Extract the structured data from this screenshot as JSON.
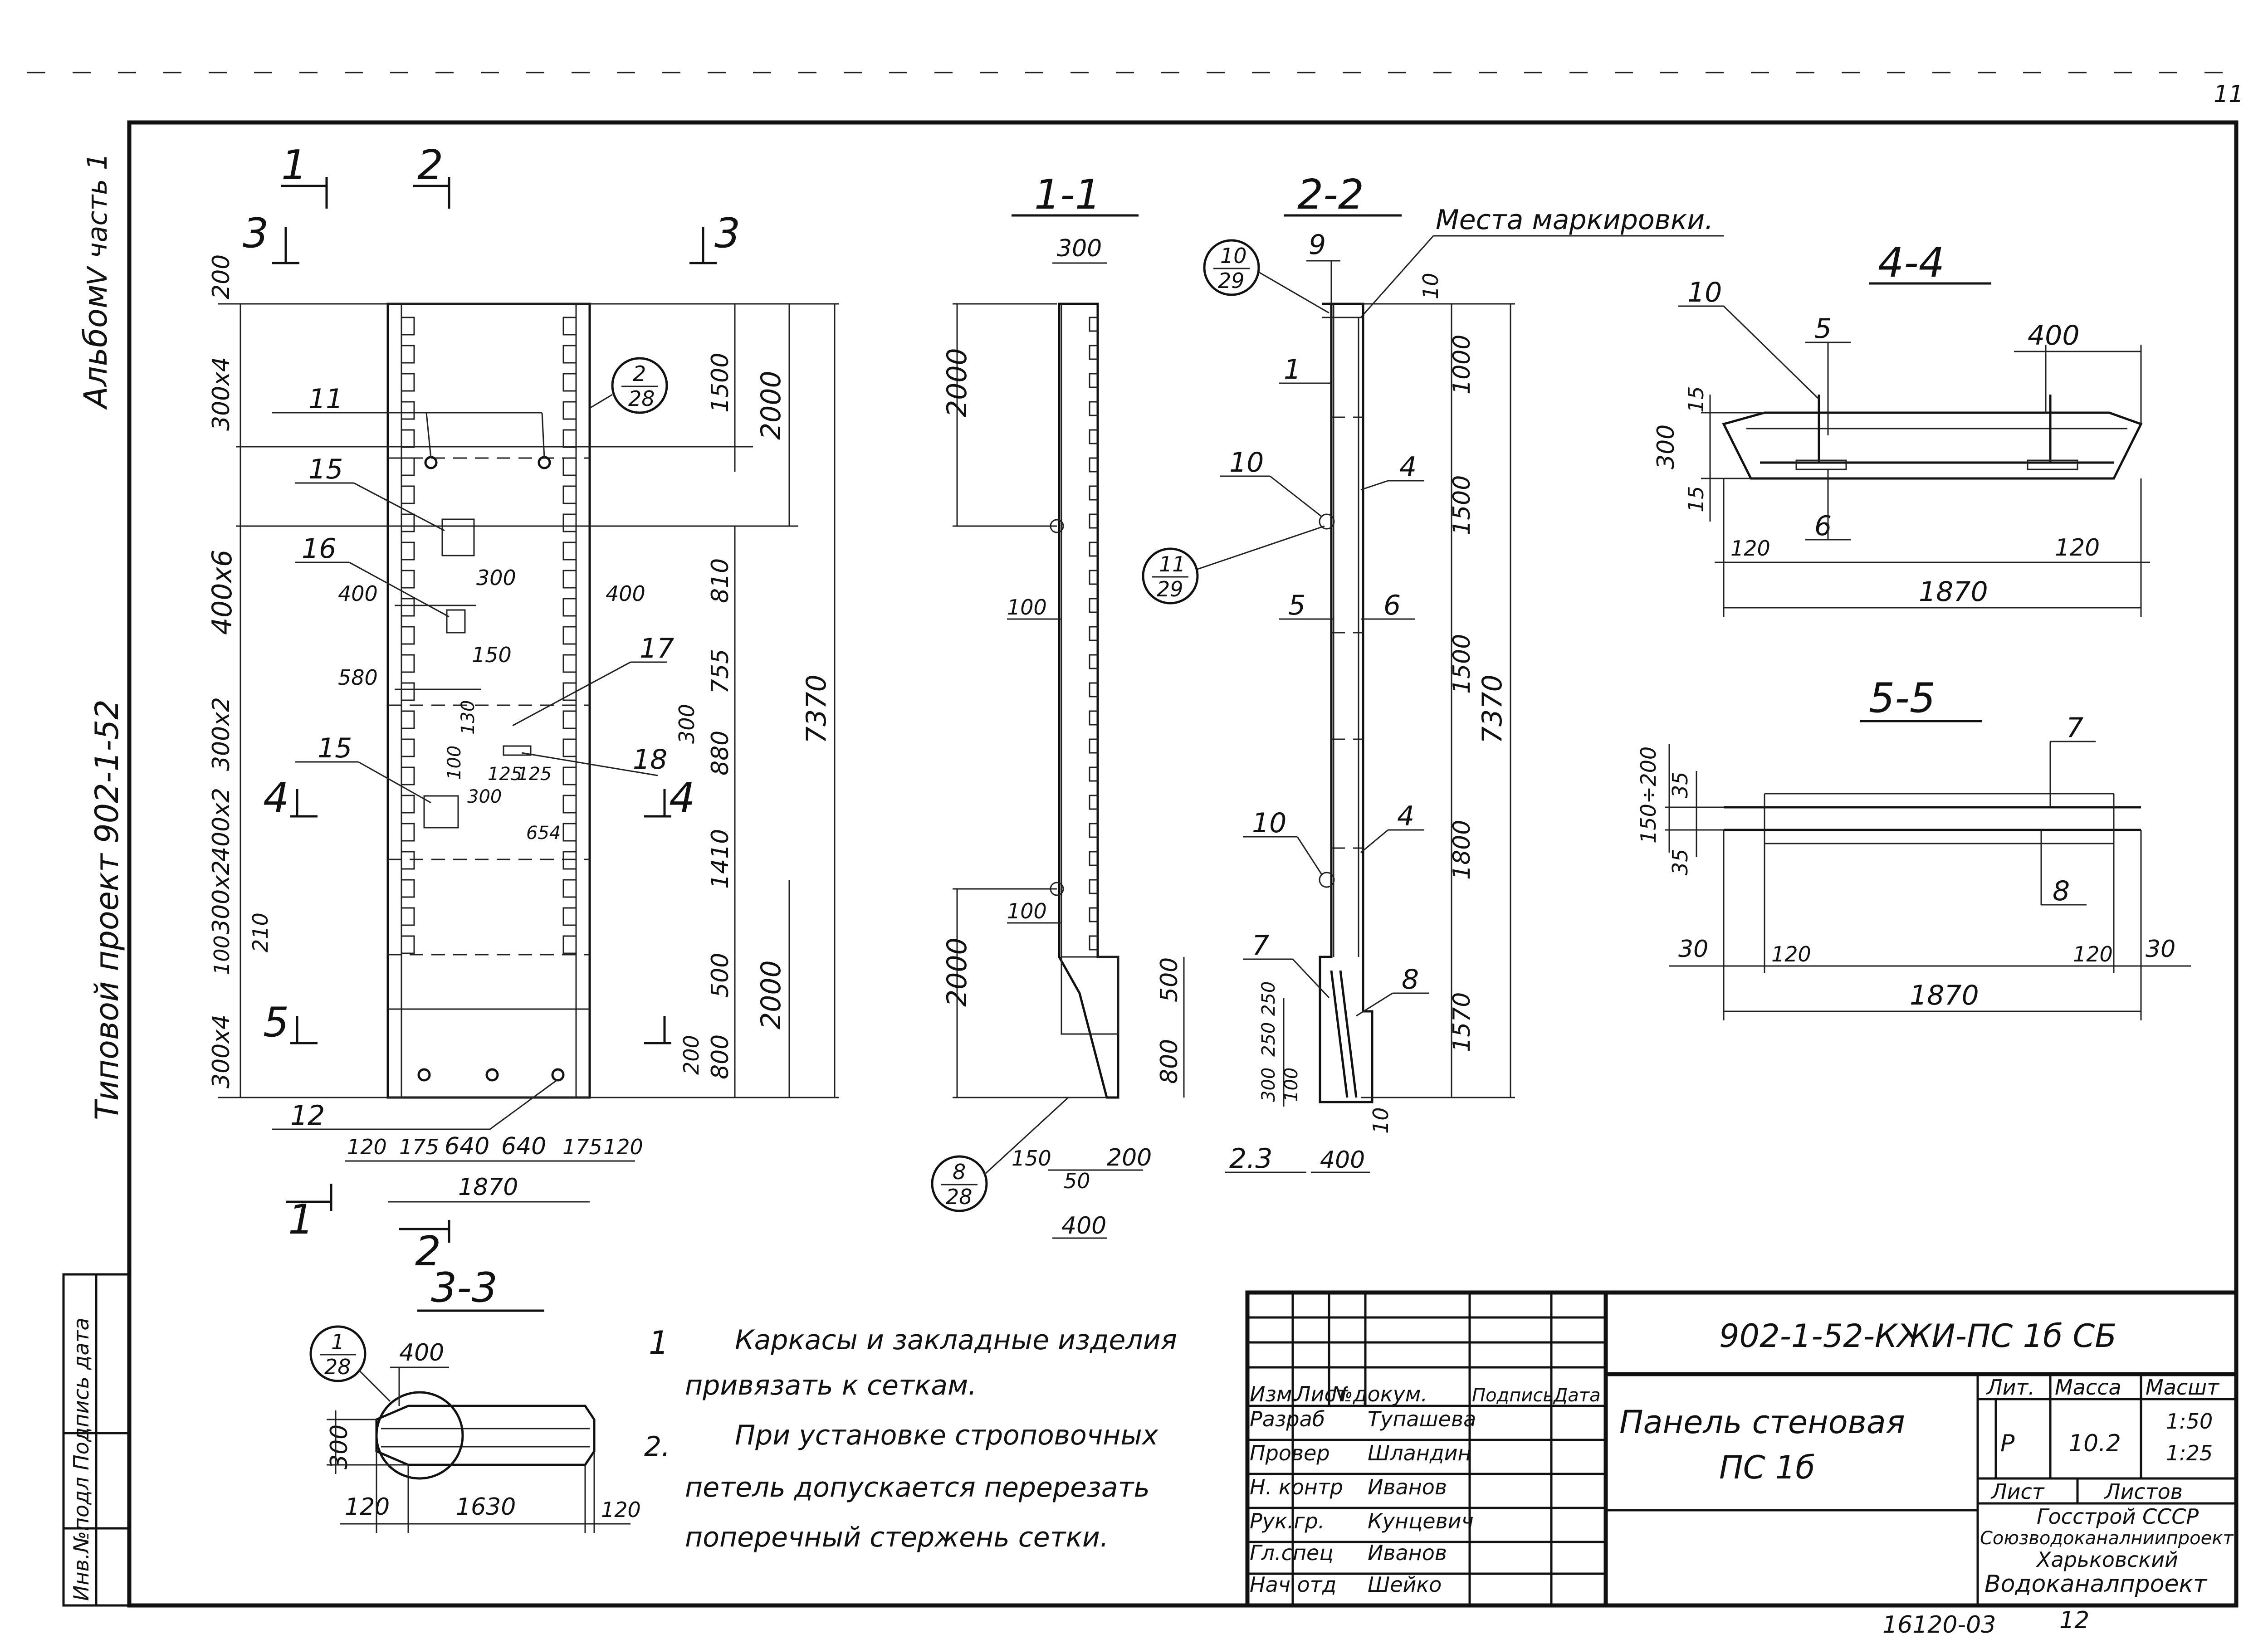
{
  "margin_left": {
    "album": "Альбом",
    "volume": "V часть 1",
    "project": "Типовой проект 902-1-52",
    "inventory": "Инв.№подл Подпись дата"
  },
  "top_right_mark": "11",
  "elevation": {
    "section_marks": [
      "1",
      "2",
      "3",
      "3",
      "4",
      "4",
      "5",
      "1",
      "2"
    ],
    "left_dims": [
      "200",
      "300x4",
      "400x6",
      "300x2",
      "400x2",
      "300x2",
      "100",
      "300x4",
      "210"
    ],
    "right_dims": [
      "1500",
      "2000",
      "810",
      "755",
      "880",
      "1410",
      "500",
      "800",
      "2000",
      "7370",
      "300",
      "200"
    ],
    "bottom_dims": [
      "120",
      "175",
      "640",
      "640",
      "175",
      "120"
    ],
    "overall_width": "1870",
    "callouts": [
      "11",
      "15",
      "16",
      "17",
      "15",
      "18",
      "12"
    ],
    "inner_dims": [
      "400",
      "300",
      "400",
      "150",
      "580",
      "130",
      "100",
      "125",
      "125",
      "300",
      "654"
    ],
    "ref_circle": {
      "top": "2",
      "bottom": "28"
    }
  },
  "section_1_1": {
    "title": "1-1",
    "top": "300",
    "left_dims": [
      "2000",
      "2000"
    ],
    "right_dims": [
      "500",
      "800"
    ],
    "notes": [
      "100",
      "100"
    ],
    "bottom_dims": [
      "150",
      "50",
      "200",
      "400"
    ],
    "ref_circle": {
      "top": "8",
      "bottom": "28"
    }
  },
  "section_2_2": {
    "title": "2-2",
    "marking": "Места маркировки.",
    "top_mark": "9",
    "callouts": [
      "1",
      "10",
      "4",
      "5",
      "6",
      "10",
      "4",
      "7",
      "8"
    ],
    "right_dims": [
      "10",
      "1000",
      "1500",
      "1500",
      "7370",
      "1800",
      "1570",
      "10"
    ],
    "left_dims": [
      "250",
      "250",
      "300",
      "100"
    ],
    "bottom": [
      "2.3",
      "400"
    ],
    "ref_circle_1": {
      "top": "10",
      "bottom": "29"
    },
    "ref_circle_2": {
      "top": "11",
      "bottom": "29"
    }
  },
  "section_4_4": {
    "title": "4-4",
    "callouts": [
      "10",
      "5",
      "6"
    ],
    "dims": [
      "400",
      "15",
      "300",
      "15",
      "120",
      "120",
      "1870"
    ]
  },
  "section_5_5": {
    "title": "5-5",
    "callouts": [
      "7",
      "8"
    ],
    "dims": [
      "150÷200",
      "35",
      "35",
      "30",
      "120",
      "120",
      "30",
      "1870"
    ]
  },
  "section_3_3": {
    "title": "3-3",
    "dims": [
      "400",
      "300",
      "120",
      "1630",
      "120"
    ],
    "ref_circle": {
      "top": "1",
      "bottom": "28"
    }
  },
  "notes": {
    "n1_num": "1",
    "n1_line1": "Каркасы и закладные изделия",
    "n1_line2": "привязать к сеткам.",
    "n2_num": "2.",
    "n2_line1": "При установке строповочных",
    "n2_line2": "петель допускается перерезать",
    "n2_line3": "поперечный стержень сетки."
  },
  "title_block": {
    "code": "902-1-52-КЖИ-ПС 1б СБ",
    "name_line1": "Панель стеновая",
    "name_line2": "ПС 1б",
    "headers": [
      "Изм.",
      "Лист",
      "№докум.",
      "Подпись",
      "Дата"
    ],
    "roles": [
      {
        "role": "Разраб",
        "name": "Тупашева"
      },
      {
        "role": "Провер",
        "name": "Шландин"
      },
      {
        "role": "Н. контр",
        "name": "Иванов"
      },
      {
        "role": "Рук.гр.",
        "name": "Кунцевич"
      },
      {
        "role": "Гл.спец",
        "name": "Иванов"
      },
      {
        "role": "Нач отд",
        "name": "Шейко"
      }
    ],
    "lit_label": "Лит.",
    "mass_label": "Масса",
    "scale_label": "Масшт",
    "lit_value": "Р",
    "mass_value": "10.2",
    "scale_1": "1:50",
    "scale_2": "1:25",
    "sheet_label": "Лист",
    "sheets_label": "Листов",
    "org_line1": "Госстрой СССР",
    "org_line2": "Союзводоканалниипроект",
    "org_line3": "Харьковский",
    "org_line4": "Водоканалпроект"
  },
  "footer": {
    "number": "16120-03",
    "page": "12"
  }
}
